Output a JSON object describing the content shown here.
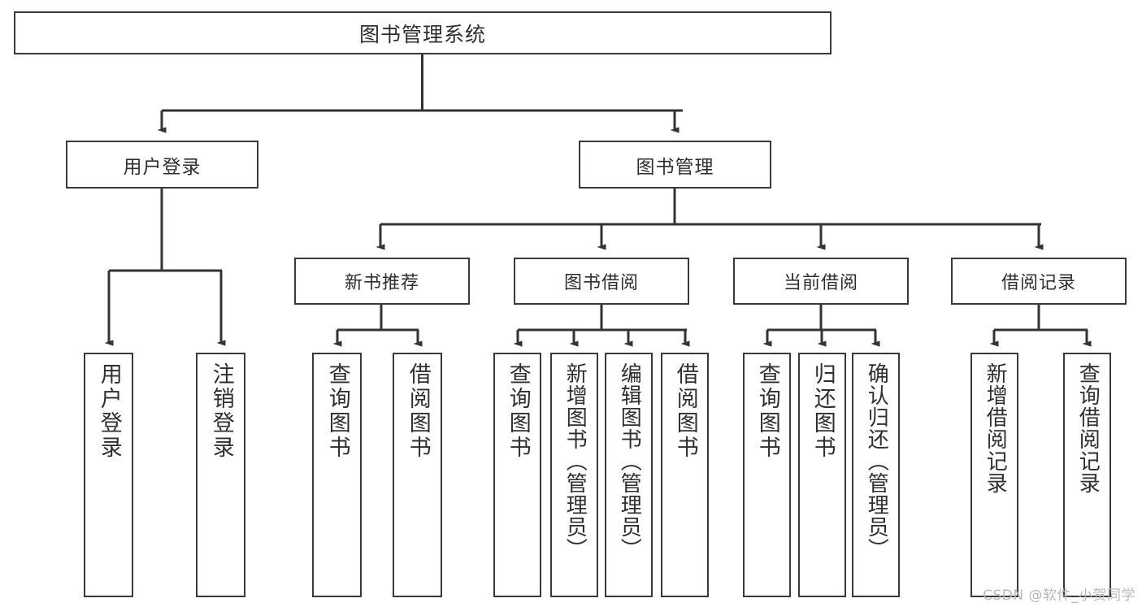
{
  "diagram": {
    "title": "图书管理系统",
    "type": "hierarchy-tree",
    "theme": {
      "background": "#ffffff",
      "box_border": "#3a3a3a",
      "box_fill": "#ffffff",
      "text": "#2f2f2f",
      "connector": "#333333",
      "watermark": "#b9b9b9"
    },
    "root": {
      "label": "图书管理系统"
    },
    "level1": [
      {
        "id": "user-login",
        "label": "用户登录"
      },
      {
        "id": "book-manage",
        "label": "图书管理"
      }
    ],
    "level2": [
      {
        "id": "new-book-recommend",
        "label": "新书推荐",
        "parent": "book-manage"
      },
      {
        "id": "book-borrow",
        "label": "图书借阅",
        "parent": "book-manage"
      },
      {
        "id": "current-borrow",
        "label": "当前借阅",
        "parent": "book-manage"
      },
      {
        "id": "borrow-record",
        "label": "借阅记录",
        "parent": "book-manage"
      }
    ],
    "leaves": {
      "user-login": [
        {
          "id": "leaf-user-login",
          "label": "用户登录"
        },
        {
          "id": "leaf-logout",
          "label": "注销登录"
        }
      ],
      "new-book-recommend": [
        {
          "id": "leaf-query-book-1",
          "label": "查询图书"
        },
        {
          "id": "leaf-borrow-book-1",
          "label": "借阅图书"
        }
      ],
      "book-borrow": [
        {
          "id": "leaf-query-book-2",
          "label": "查询图书"
        },
        {
          "id": "leaf-add-book",
          "label": "新增图书（管理员）"
        },
        {
          "id": "leaf-edit-book",
          "label": "编辑图书（管理员）"
        },
        {
          "id": "leaf-borrow-book-2",
          "label": "借阅图书"
        }
      ],
      "current-borrow": [
        {
          "id": "leaf-query-book-3",
          "label": "查询图书"
        },
        {
          "id": "leaf-return-book",
          "label": "归还图书"
        },
        {
          "id": "leaf-confirm-return",
          "label": "确认归还（管理员）"
        }
      ],
      "borrow-record": [
        {
          "id": "leaf-add-record",
          "label": "新增借阅记录"
        },
        {
          "id": "leaf-query-record",
          "label": "查询借阅记录"
        }
      ]
    },
    "watermark": "CSDN @软件_小贺同学"
  }
}
